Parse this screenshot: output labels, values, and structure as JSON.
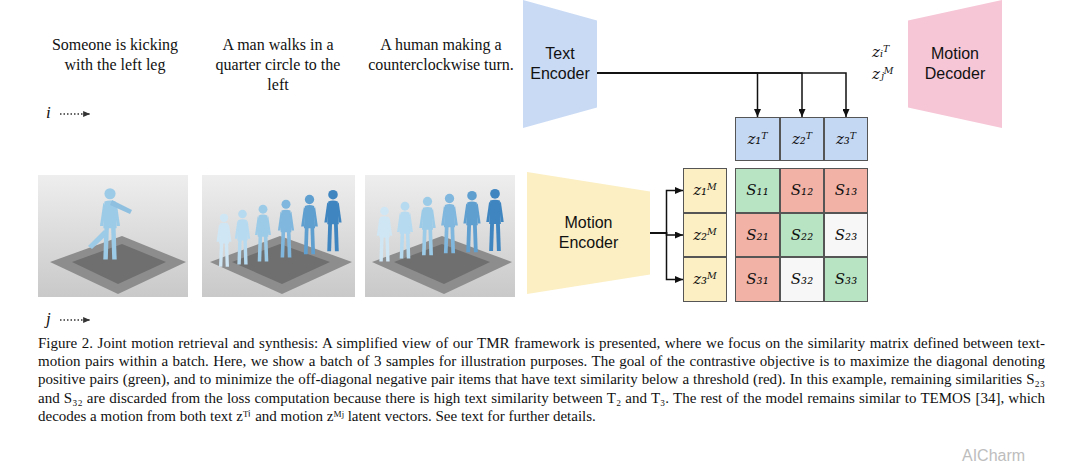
{
  "diagram": {
    "caption": "Figure 2. Joint motion retrieval and synthesis: A simplified view of our TMR framework is presented, where we focus on the similarity matrix defined between text-motion pairs within a batch. Here, we show a batch of 3 samples for illustration purposes. The goal of the contrastive objective is to maximize the diagonal denoting positive pairs (green), and to minimize the off-diagonal negative pair items that have text similarity below a threshold (red). In this example, remaining similarities S₂₃ and S₃₂ are discarded from the loss computation because there is high text similarity between T₂ and T₃. The rest of the model remains similar to TEMOS [34], which decodes a motion from both text zᵀⁱ and motion zᴹʲ latent vectors. See text for further details.",
    "nodes": [
      {
        "text": [
          "Text Encoder"
        ]
      },
      {
        "text": [
          "Motion Decoder"
        ]
      },
      {
        "text": [
          "z₁ᵀ"
        ]
      },
      {
        "text": [
          "z₂ᵀ"
        ]
      },
      {
        "text": [
          "z₃ᵀ"
        ]
      },
      {
        "text": [
          "Motion Encoder"
        ]
      },
      {
        "text": [
          "z₁ᴹ"
        ]
      },
      {
        "text": [
          "z₂ᴹ"
        ]
      },
      {
        "text": [
          "z₃ᴹ"
        ]
      },
      {
        "text": [
          "S₁₁"
        ]
      },
      {
        "text": [
          "S₁₂"
        ]
      },
      {
        "text": [
          "S₁₃"
        ]
      },
      {
        "text": [
          "S₂₁"
        ]
      },
      {
        "text": [
          "S₂₂"
        ]
      },
      {
        "text": [
          "S₂₃"
        ]
      },
      {
        "text": [
          "S₃₁"
        ]
      },
      {
        "text": [
          "S₃₂"
        ]
      },
      {
        "text": [
          "S₃₃"
        ]
      }
    ],
    "edges": [
      {
        "from": 0,
        "to": 2,
        "arrow": "to"
      },
      {
        "from": 0,
        "to": 3,
        "arrow": "to"
      },
      {
        "from": 0,
        "to": 4,
        "arrow": "to"
      },
      {
        "from": 5,
        "to": 6,
        "arrow": "to"
      },
      {
        "from": 5,
        "to": 7,
        "arrow": "to"
      },
      {
        "from": 5,
        "to": 8,
        "arrow": "to"
      }
    ],
    "labels": [
      "Someone is kicking with the left leg",
      "A man walks in a quarter circle to the left",
      "A human making a counterclockwise turn.",
      "i",
      "j",
      "zᵢᵀ",
      "zⱼᴹ",
      "AICharm"
    ]
  }
}
